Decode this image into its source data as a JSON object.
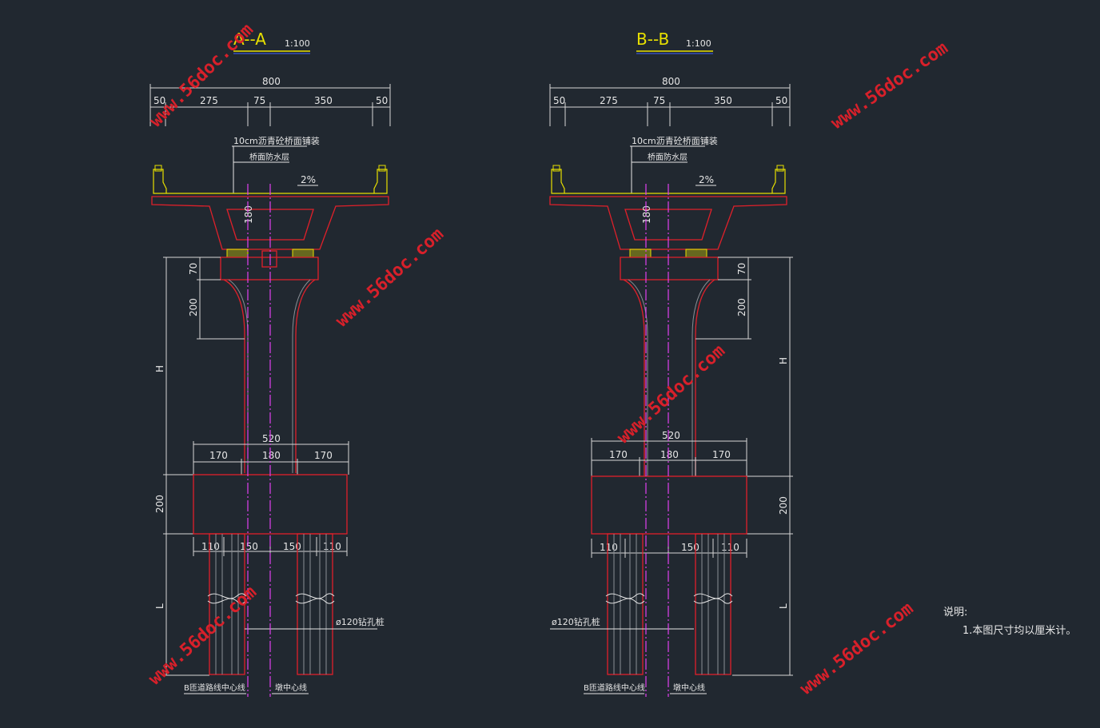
{
  "views": [
    {
      "id": "view-a",
      "title": "A--A",
      "scale": "1:100",
      "dims_top": {
        "total": "800",
        "parts": [
          "50",
          "275",
          "75",
          "350",
          "50"
        ]
      },
      "pavement_label": "10cm沥青砼桥面铺装",
      "waterproof_label": "桥面防水层",
      "slope": "2%",
      "girder_height": "180",
      "pier_dims": {
        "cap": "70",
        "flare": "200",
        "height": "H"
      },
      "cap_dims": {
        "total": "520",
        "parts": [
          "170",
          "180",
          "170"
        ]
      },
      "footing_height": "200",
      "pile_dims": [
        "110",
        "150",
        "150",
        "110"
      ],
      "pile_length": "L",
      "pile_label": "ø120钻孔桩",
      "road_center": "B匝道路线中心线",
      "pier_center": "墩中心线"
    },
    {
      "id": "view-b",
      "title": "B--B",
      "scale": "1:100",
      "dims_top": {
        "total": "800",
        "parts": [
          "50",
          "275",
          "75",
          "350",
          "50"
        ]
      },
      "pavement_label": "10cm沥青砼桥面铺装",
      "waterproof_label": "桥面防水层",
      "slope": "2%",
      "girder_height": "180",
      "pier_dims": {
        "cap": "70",
        "flare": "200",
        "height": "H"
      },
      "cap_dims": {
        "total": "520",
        "parts": [
          "170",
          "180",
          "170"
        ]
      },
      "footing_height": "200",
      "pile_dims": [
        "110",
        "150",
        "110"
      ],
      "pile_length": "L",
      "pile_label": "ø120钻孔桩",
      "road_center": "B匝道路线中心线",
      "pier_center": "墩中心线"
    }
  ],
  "notes": {
    "heading": "说明:",
    "items": [
      "1.本图尺寸均以厘米计。"
    ]
  },
  "watermark": "www.56doc.com",
  "colors": {
    "background": "#212830",
    "outline": "#e0202a",
    "centerline": "#e040f0",
    "rail": "#e8e000",
    "dimension": "#d6d6d6"
  }
}
